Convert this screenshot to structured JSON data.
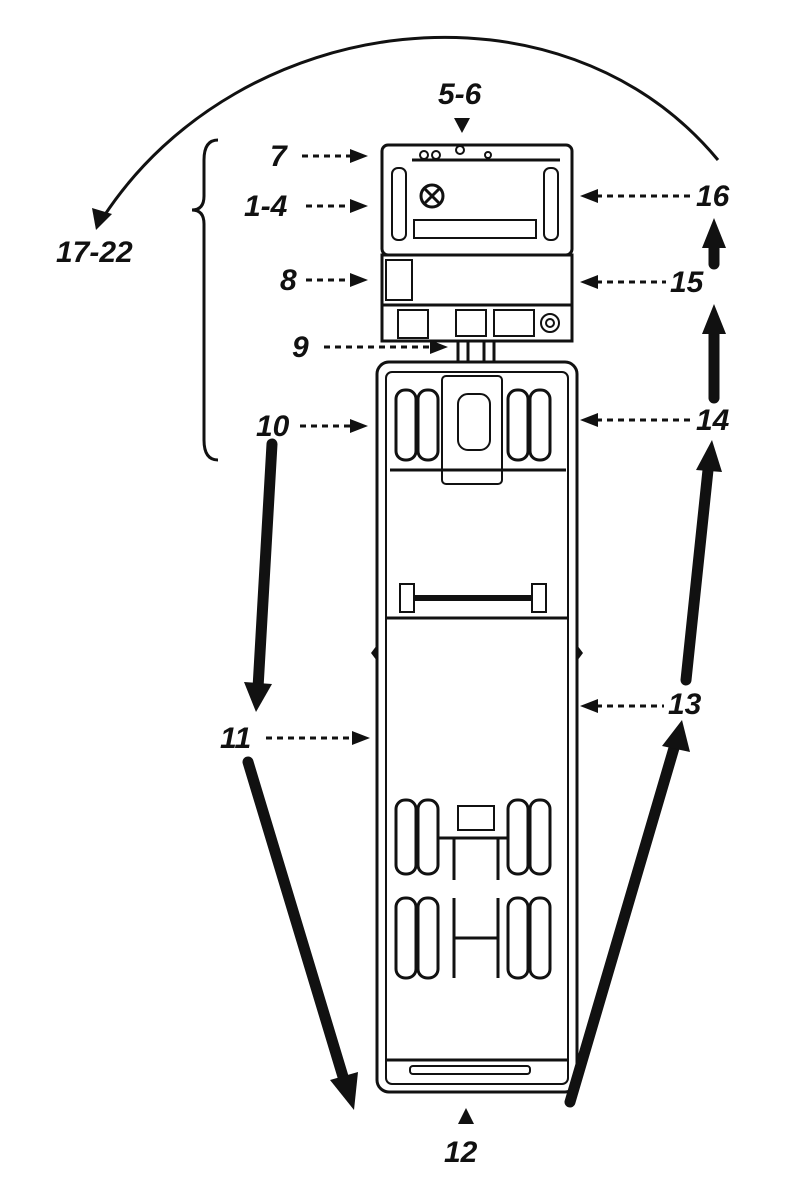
{
  "colors": {
    "ink": "#111111",
    "background": "#ffffff"
  },
  "labels": {
    "l1_4": "1-4",
    "l5_6": "5-6",
    "l7": "7",
    "l8": "8",
    "l9": "9",
    "l10": "10",
    "l11": "11",
    "l12": "12",
    "l13": "13",
    "l14": "14",
    "l15": "15",
    "l16": "16",
    "l17_22": "17-22"
  }
}
